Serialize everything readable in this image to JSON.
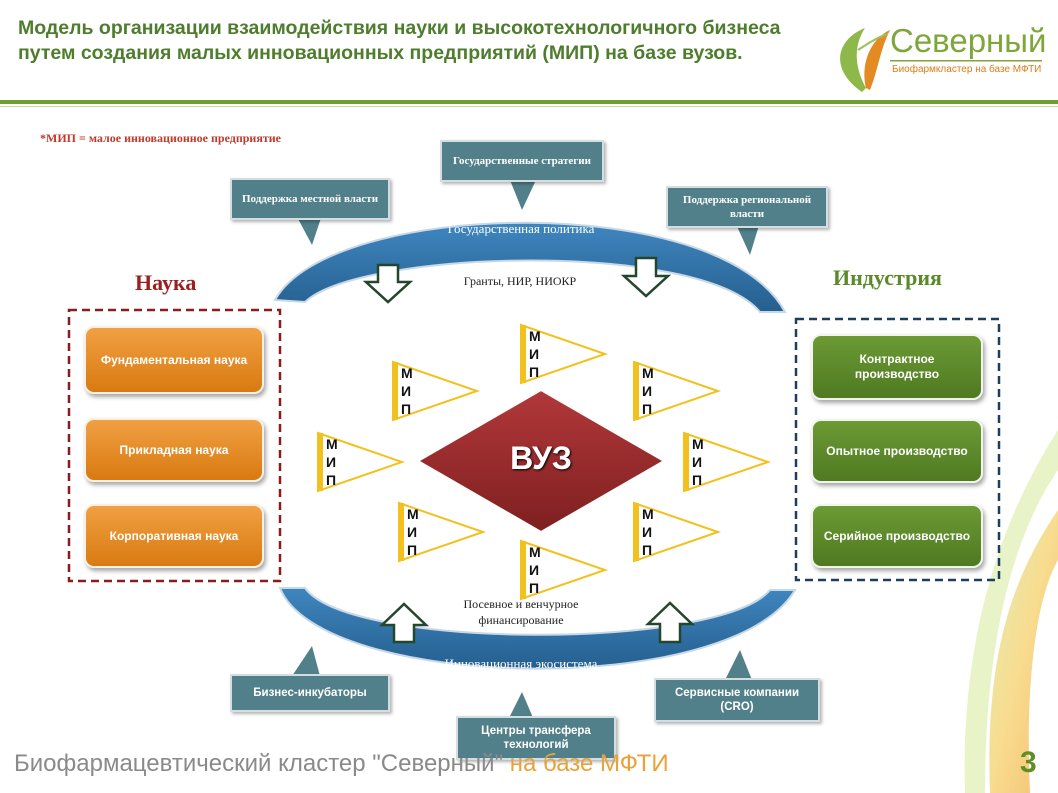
{
  "title": "Модель организации взаимодействия науки и высокотехнологичного бизнеса путем создания малых инновационных предприятий (МИП) на базе вузов.",
  "logo": {
    "name": "Северный",
    "subtitle": "Биофармкластер на базе МФТИ"
  },
  "note": "*МИП = малое инновационное предприятие",
  "science": {
    "header": "Наука",
    "items": [
      "Фундаментальная наука",
      "Прикладная наука",
      "Корпоративная наука"
    ]
  },
  "industry": {
    "header": "Индустрия",
    "items": [
      "Контрактное производство",
      "Опытное производство",
      "Серийное производство"
    ]
  },
  "top_band": {
    "label": "Государственная политика",
    "inner_text": "Гранты, НИР, НИОКР"
  },
  "bottom_band": {
    "label": "Инновационная экосистема",
    "inner_text": "Посевное и венчурное финансирование"
  },
  "callouts_top": [
    "Поддержка местной власти",
    "Государственные стратегии",
    "Поддержка региональной власти"
  ],
  "callouts_bottom": [
    "Бизнес-инкубаторы",
    "Центры трансфера технологий",
    "Сервисные компании (CRO)"
  ],
  "center": "ВУЗ",
  "mip_letters": [
    "М",
    "И",
    "П"
  ],
  "footer": {
    "part1": "Биофармацевтический кластер \"Северный\"",
    "part2": "на базе МФТИ"
  },
  "page_number": "3",
  "colors": {
    "green_title": "#4e7d2d",
    "orange": "#e08a1f",
    "industry_green": "#5a8a2a",
    "band_blue": "#2e6b9e",
    "teal": "#51808a",
    "diamond": "#9b2a2a",
    "mip_yellow": "#f2c11d"
  }
}
